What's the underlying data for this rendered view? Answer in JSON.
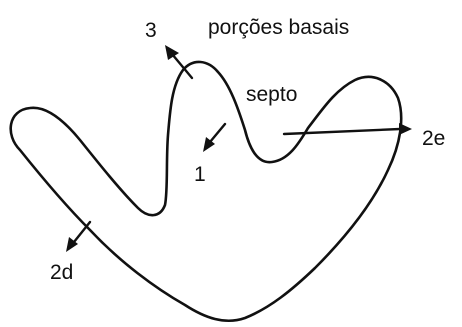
{
  "labels": {
    "title": "porções basais",
    "septo": "septo",
    "n1": "1",
    "n2e": "2e",
    "n2d": "2d",
    "n3": "3"
  },
  "colors": {
    "ink": "#111111",
    "background": "#ffffff"
  }
}
